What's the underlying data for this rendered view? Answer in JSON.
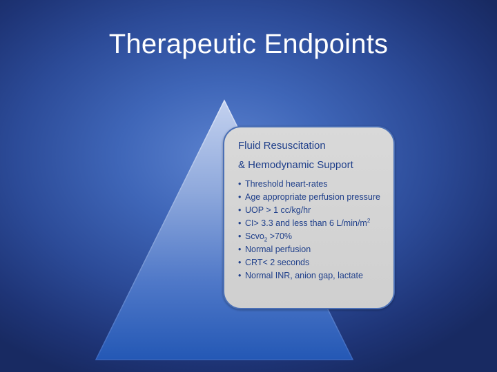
{
  "slide": {
    "title": "Therapeutic Endpoints"
  },
  "box": {
    "heading_line1": "Fluid Resuscitation",
    "heading_line2": "& Hemodynamic Support",
    "bullet_char": "•",
    "bullets": [
      "Threshold heart-rates",
      "Age appropriate perfusion pressure",
      "UOP > 1 cc/kg/hr",
      "CI> 3.3 and less than 6 L/min/m",
      "Scvo",
      "Normal perfusion",
      "CRT< 2 seconds",
      "Normal INR, anion gap, lactate"
    ],
    "ci_superscript": "2",
    "scvo_subscript": "2",
    "scvo_suffix": " >70%"
  },
  "colors": {
    "background_center": "#5b82cf",
    "background_edge": "#182a62",
    "box_fill": "#d4d4d4",
    "box_text": "#1f3f8a",
    "pyramid_top": "#b7c8ec",
    "pyramid_bottom": "#2a5cb8"
  }
}
